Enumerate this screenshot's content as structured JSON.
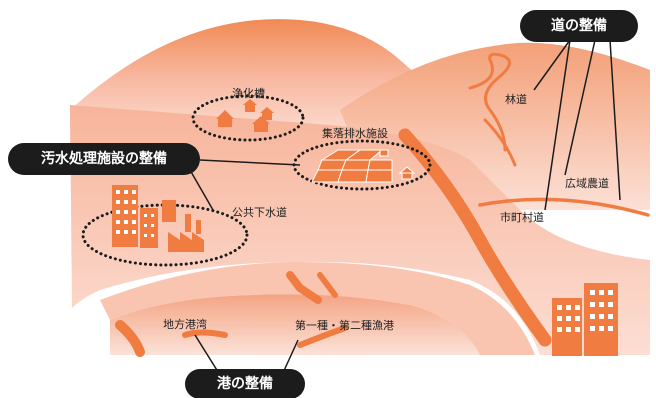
{
  "headings": {
    "road": "道の整備",
    "sewage": "汚水処理施設の整備",
    "port": "港の整備"
  },
  "labels": {
    "johkaso": "浄化槽",
    "village_drainage": "集落排水施設",
    "public_sewer": "公共下水道",
    "forest_road": "林道",
    "wide_farm_road": "広域農道",
    "municipal_road": "市町村道",
    "local_port": "地方港湾",
    "fishing_port": "第一種・第二種漁港"
  },
  "colors": {
    "mountain_top": "#f08048",
    "mountain_bottom": "#fde4de",
    "road": "#f07c42",
    "label_box": "#1c1c1c"
  }
}
